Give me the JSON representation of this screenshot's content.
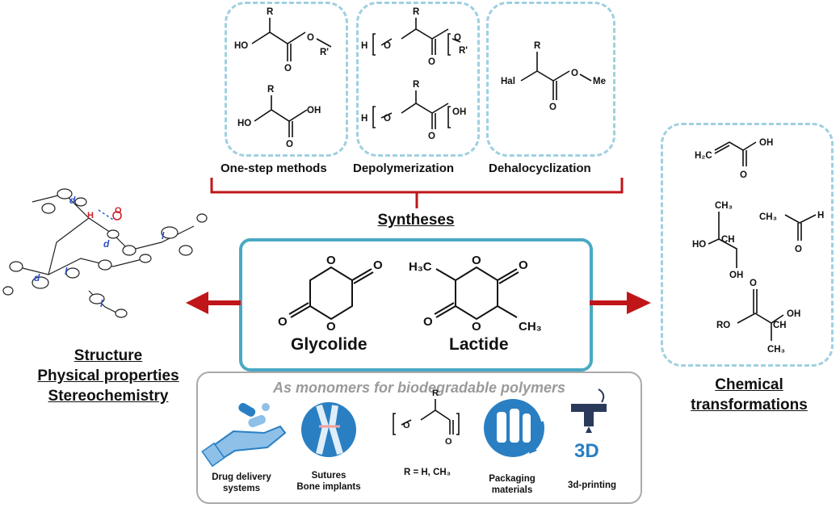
{
  "syntheses": {
    "title": "Syntheses",
    "methods": [
      {
        "label": "One-step methods"
      },
      {
        "label": "Depolymerization"
      },
      {
        "label": "Dehalocyclization"
      }
    ]
  },
  "monomers": [
    {
      "label": "Glycolide"
    },
    {
      "label": "Lactide"
    }
  ],
  "left_panel": {
    "lines": [
      "Structure",
      "Physical properties",
      "Stereochemistry"
    ]
  },
  "right_panel": {
    "lines": [
      "Chemical",
      "transformations"
    ]
  },
  "applications": {
    "title": "As monomers for biodegradable polymers",
    "polymer_r_note": "R = H, CH₃",
    "items": [
      {
        "label_lines": [
          "Drug delivery",
          "systems"
        ]
      },
      {
        "label_lines": [
          "Sutures",
          "Bone implants"
        ]
      },
      {
        "label_lines": [
          "Packaging",
          "materials"
        ]
      },
      {
        "label_lines": [
          "3d-printing"
        ]
      }
    ]
  },
  "colors": {
    "bracket": "#c0161a",
    "arrow": "#c0161a",
    "dashed_border": "#9fd0e0",
    "center_border": "#4aa9c4",
    "icon_blue": "#2a7fc2",
    "title_grey": "#9a9a9a"
  }
}
